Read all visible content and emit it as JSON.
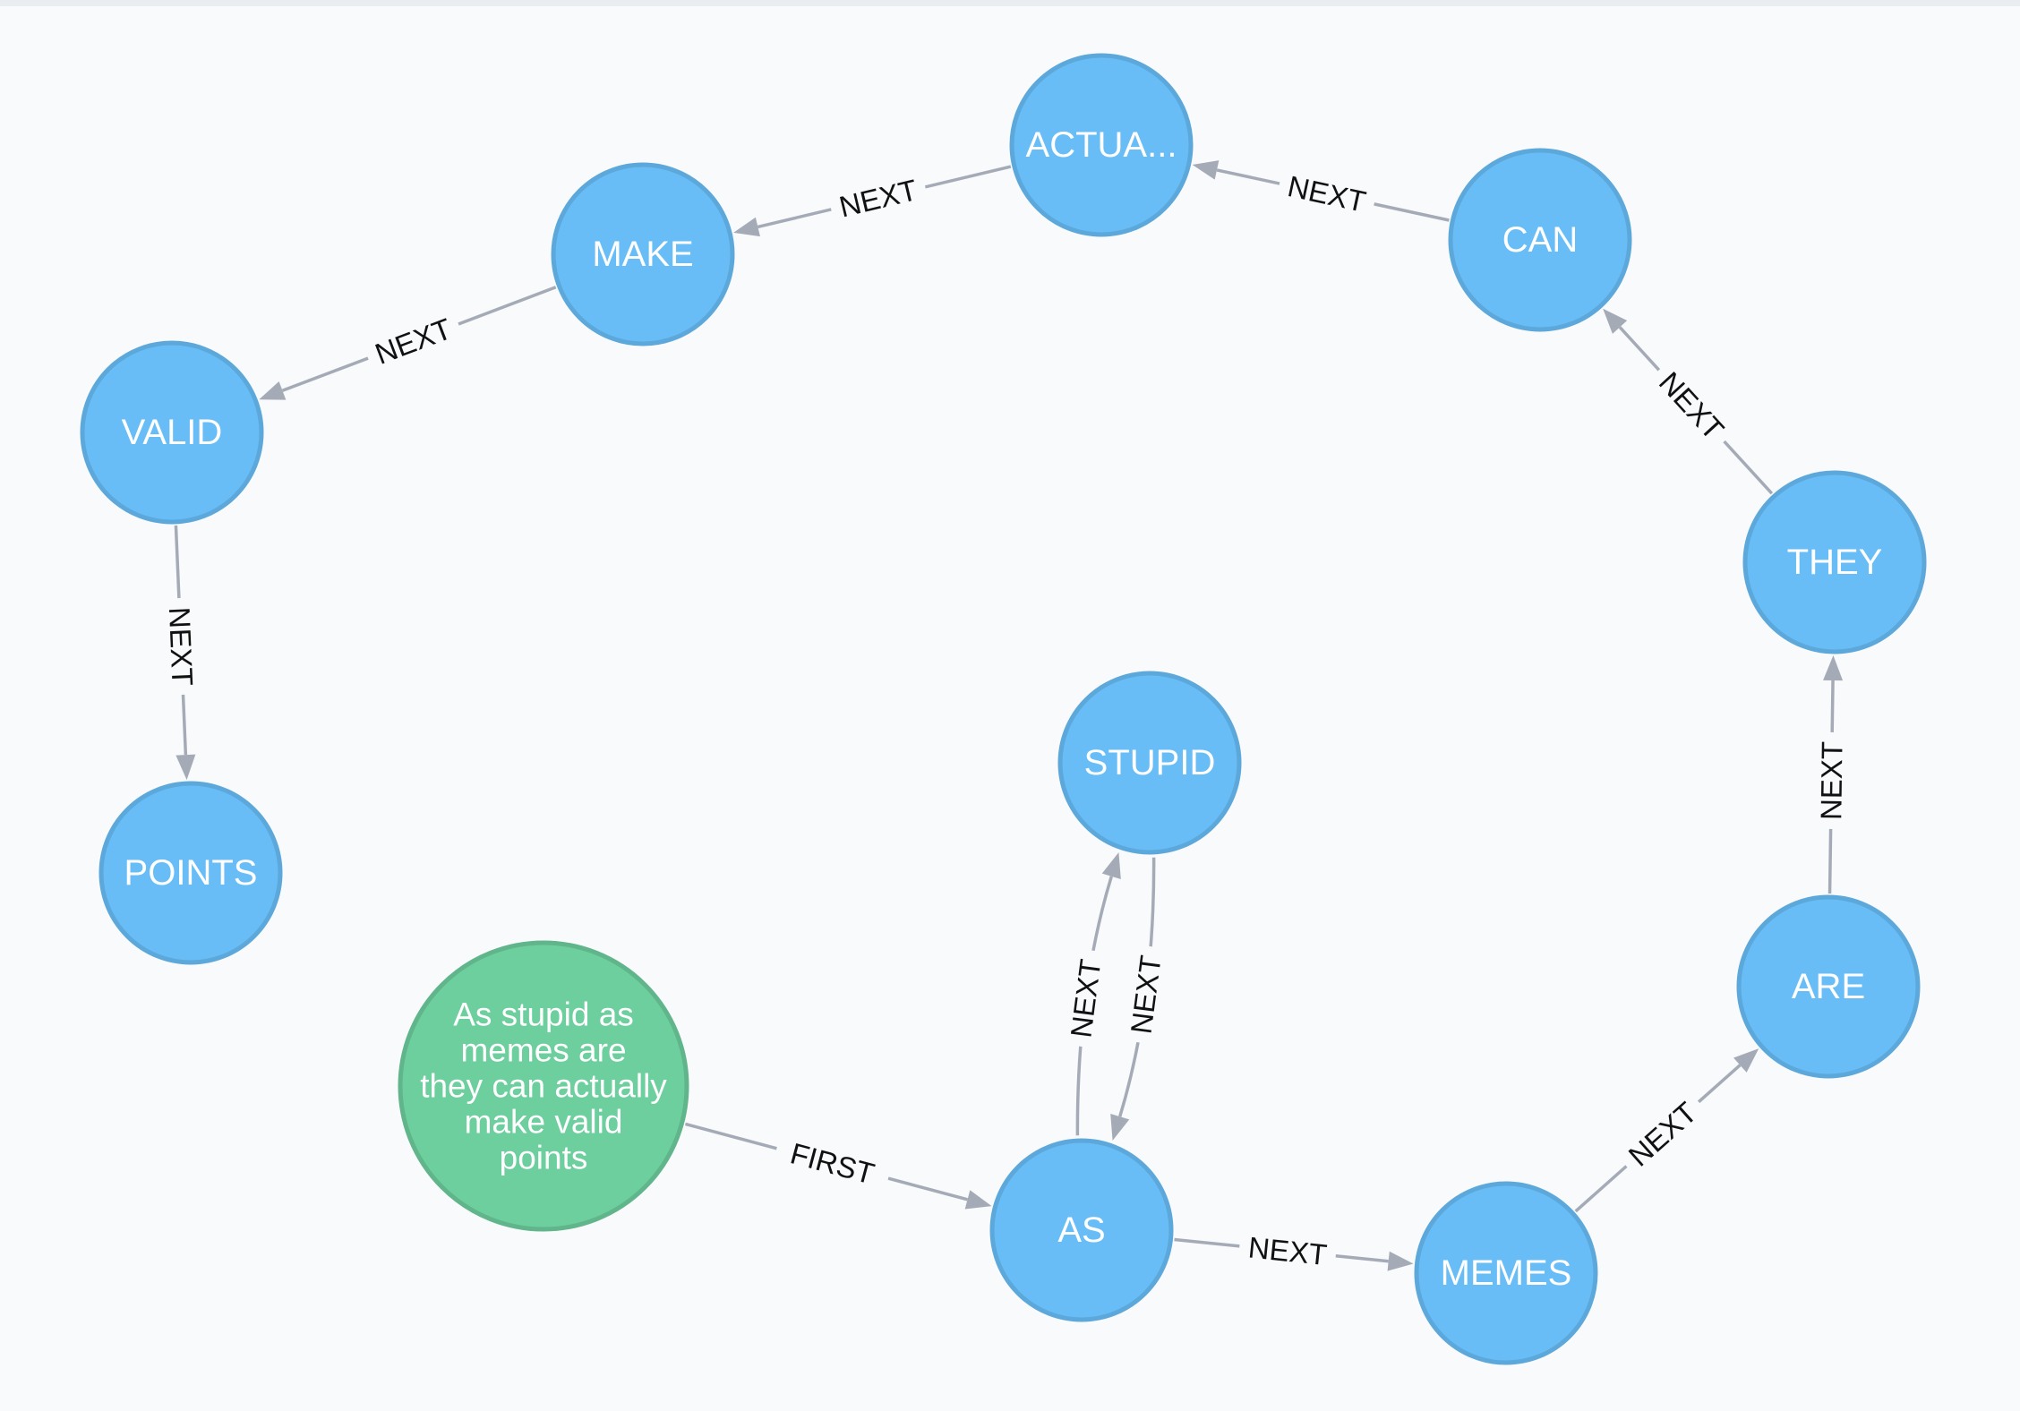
{
  "graph": {
    "colors": {
      "background": "#f8fafc",
      "word_fill": "#68bdf6",
      "word_stroke": "#5ca8db",
      "sentence_fill": "#6dce9e",
      "sentence_stroke": "#60b58b",
      "edge": "#a5abb6",
      "edge_label": "#111111",
      "node_text": "#ffffff"
    },
    "nodes": [
      {
        "id": "sentence",
        "kind": "sentence",
        "label": "As stupid as memes are they can actually make valid points",
        "lines": [
          "As stupid as",
          "memes are",
          "they can actually",
          "make valid",
          "points"
        ]
      },
      {
        "id": "as",
        "kind": "word",
        "label": "AS"
      },
      {
        "id": "stupid",
        "kind": "word",
        "label": "STUPID"
      },
      {
        "id": "memes",
        "kind": "word",
        "label": "MEMES"
      },
      {
        "id": "are",
        "kind": "word",
        "label": "ARE"
      },
      {
        "id": "they",
        "kind": "word",
        "label": "THEY"
      },
      {
        "id": "can",
        "kind": "word",
        "label": "CAN"
      },
      {
        "id": "actually",
        "kind": "word",
        "label": "ACTUA..."
      },
      {
        "id": "make",
        "kind": "word",
        "label": "MAKE"
      },
      {
        "id": "valid",
        "kind": "word",
        "label": "VALID"
      },
      {
        "id": "points",
        "kind": "word",
        "label": "POINTS"
      }
    ],
    "edges": [
      {
        "from": "sentence",
        "to": "as",
        "label": "FIRST"
      },
      {
        "from": "as",
        "to": "stupid",
        "label": "NEXT"
      },
      {
        "from": "stupid",
        "to": "as",
        "label": "NEXT"
      },
      {
        "from": "as",
        "to": "memes",
        "label": "NEXT"
      },
      {
        "from": "memes",
        "to": "are",
        "label": "NEXT"
      },
      {
        "from": "are",
        "to": "they",
        "label": "NEXT"
      },
      {
        "from": "they",
        "to": "can",
        "label": "NEXT"
      },
      {
        "from": "can",
        "to": "actually",
        "label": "NEXT"
      },
      {
        "from": "actually",
        "to": "make",
        "label": "NEXT"
      },
      {
        "from": "make",
        "to": "valid",
        "label": "NEXT"
      },
      {
        "from": "valid",
        "to": "points",
        "label": "NEXT"
      }
    ]
  }
}
